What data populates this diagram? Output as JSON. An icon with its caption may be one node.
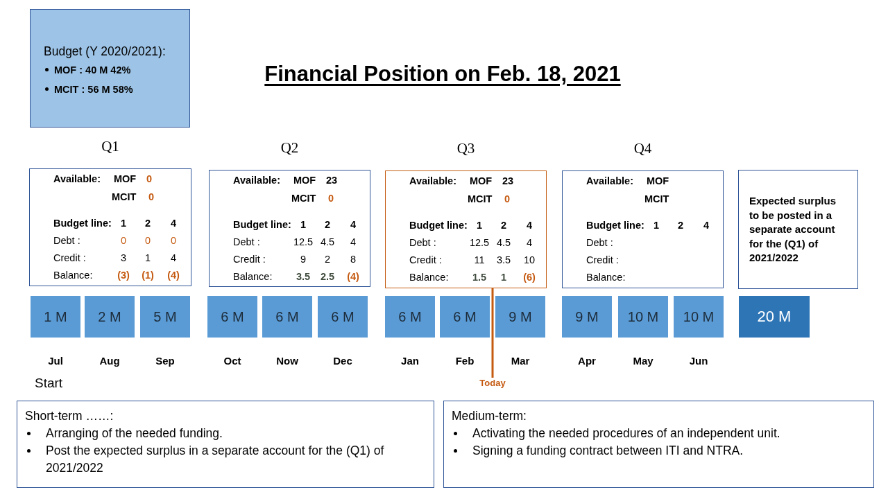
{
  "diagram": {
    "title": "Financial Position on Feb. 18, 2021",
    "nodes": [
      {
        "text": [
          "Budget (Y 2020/2021):",
          "MOF : 40 M 42%",
          "MCIT : 56 M 58%"
        ]
      },
      {
        "text": [
          "Q1",
          "Available:",
          "MOF",
          "0",
          "MCIT",
          "0",
          "Budget line:",
          "1",
          "2",
          "4",
          "Debt :",
          "0",
          "0",
          "0",
          "Credit :",
          "3",
          "1",
          "4",
          "Balance:",
          "(3)",
          "(1)",
          "(4)"
        ]
      },
      {
        "text": [
          "Q2",
          "Available:",
          "MOF",
          "23",
          "MCIT",
          "0",
          "Budget line:",
          "1",
          "2",
          "4",
          "Debt :",
          "12.5",
          "4.5",
          "4",
          "Credit :",
          "9",
          "2",
          "8",
          "Balance:",
          "3.5",
          "2.5",
          "(4)"
        ]
      },
      {
        "text": [
          "Q3",
          "Available:",
          "MOF",
          "23",
          "MCIT",
          "0",
          "Budget line:",
          "1",
          "2",
          "4",
          "Debt :",
          "12.5",
          "4.5",
          "4",
          "Credit :",
          "11",
          "3.5",
          "10",
          "Balance:",
          "1.5",
          "1",
          "(6)"
        ]
      },
      {
        "text": [
          "Q4",
          "Available:",
          "MOF",
          "MCIT",
          "Budget line:",
          "1",
          "2",
          "4",
          "Debt :",
          "Credit :",
          "Balance:"
        ]
      },
      {
        "text": [
          "Expected surplus to be posted in a separate account for the (Q1) of 2021/2022"
        ]
      },
      {
        "text": [
          "1 M"
        ],
        "beside": [
          "Jul"
        ]
      },
      {
        "text": [
          "2 M"
        ],
        "beside": [
          "Aug"
        ]
      },
      {
        "text": [
          "5 M"
        ],
        "beside": [
          "Sep"
        ]
      },
      {
        "text": [
          "6 M"
        ],
        "beside": [
          "Oct"
        ]
      },
      {
        "text": [
          "6 M"
        ],
        "beside": [
          "Now"
        ]
      },
      {
        "text": [
          "6 M"
        ],
        "beside": [
          "Dec"
        ]
      },
      {
        "text": [
          "6 M"
        ],
        "beside": [
          "Jan"
        ]
      },
      {
        "text": [
          "6 M"
        ],
        "beside": [
          "Feb"
        ]
      },
      {
        "text": [
          "9 M"
        ],
        "beside": [
          "Mar"
        ]
      },
      {
        "text": [
          "9 M"
        ],
        "beside": [
          "Apr"
        ]
      },
      {
        "text": [
          "10 M"
        ],
        "beside": [
          "May"
        ]
      },
      {
        "text": [
          "10 M"
        ],
        "beside": [
          "Jun"
        ]
      },
      {
        "text": [
          "20 M"
        ]
      },
      {
        "text": [
          "Today"
        ]
      },
      {
        "text": [
          "Short-term ……:",
          "Arranging of the needed funding.",
          "Post the expected surplus in a separate account for the (Q1) of 2021/2022"
        ]
      },
      {
        "text": [
          "Medium-term:",
          "Activating the needed procedures of an independent unit.",
          "Signing a funding contract between ITI and NTRA."
        ]
      }
    ],
    "edges": [
      {
        "from": 3,
        "to": 19,
        "arrow": "none"
      }
    ],
    "labels": [
      "Start"
    ]
  }
}
